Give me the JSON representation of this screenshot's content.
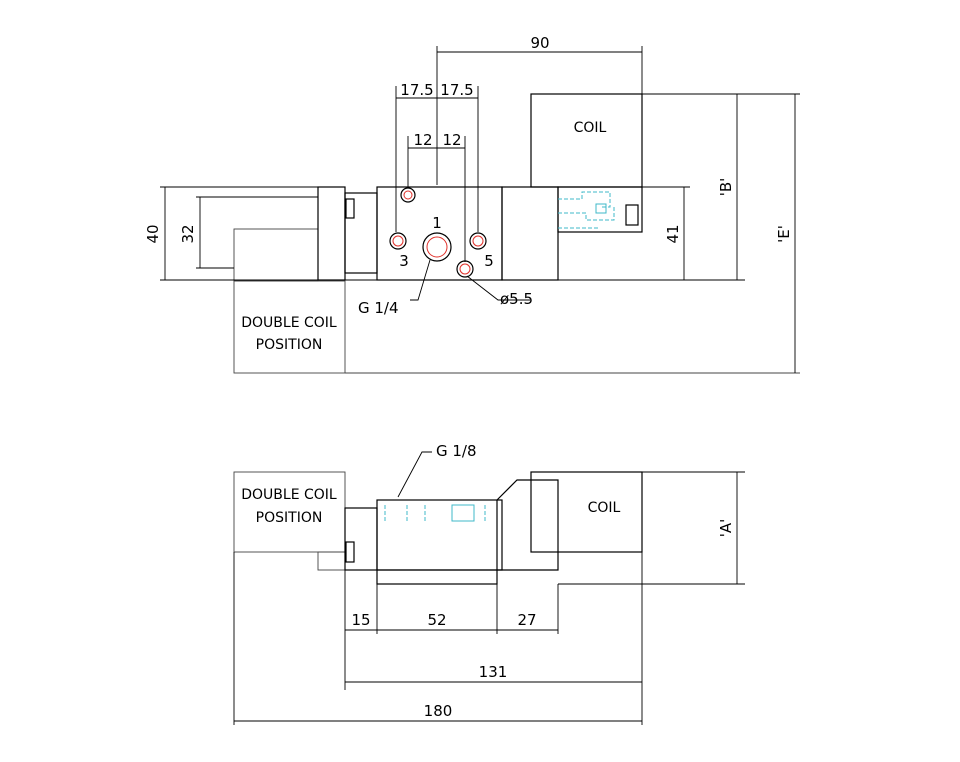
{
  "dimensions": {
    "d90": "90",
    "d17_5_left": "17.5",
    "d17_5_right": "17.5",
    "d12_left": "12",
    "d12_right": "12",
    "d40": "40",
    "d32": "32",
    "d41": "41",
    "dB": "'B'",
    "dE": "'E'",
    "dA": "'A'",
    "d15": "15",
    "d52": "52",
    "d27": "27",
    "d131": "131",
    "d180": "180"
  },
  "ports": {
    "p1": "1",
    "p3": "3",
    "p5": "5"
  },
  "callouts": {
    "g14": "G 1/4",
    "g18": "G 1/8",
    "hole": "ø5.5"
  },
  "labels": {
    "coil_top": "COIL",
    "coil_bottom": "COIL",
    "double_coil_top_1": "DOUBLE COIL",
    "double_coil_top_2": "POSITION",
    "double_coil_bottom_1": "DOUBLE COIL",
    "double_coil_bottom_2": "POSITION"
  }
}
